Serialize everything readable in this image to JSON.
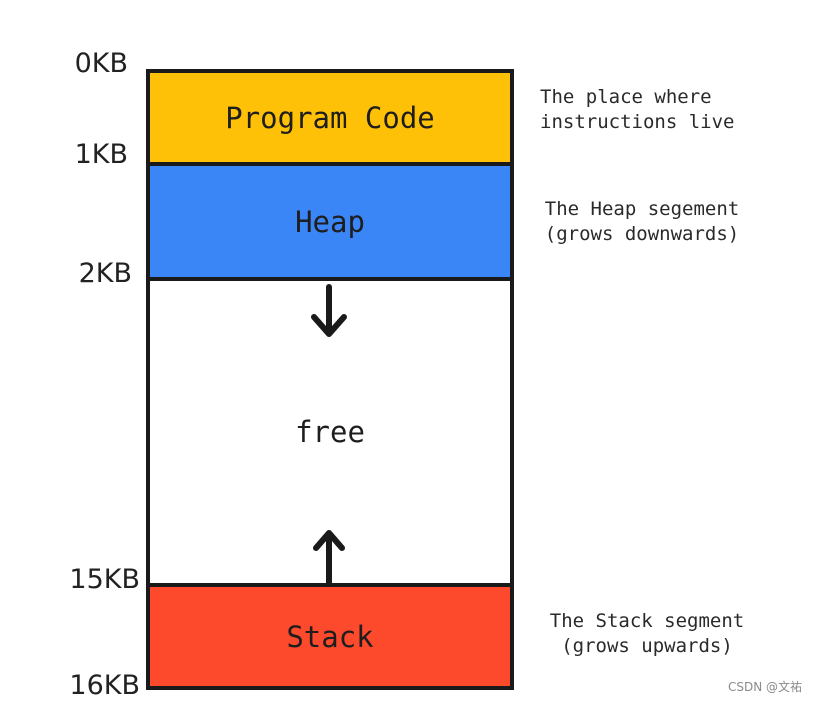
{
  "addresses": {
    "a0": "0KB",
    "a1": "1KB",
    "a2": "2KB",
    "a15": "15KB",
    "a16": "16KB"
  },
  "segments": {
    "code": {
      "label": "Program Code",
      "color": "#ffc107"
    },
    "heap": {
      "label": "Heap",
      "color": "#3b86f7"
    },
    "free": {
      "label": "free",
      "color": "#ffffff"
    },
    "stack": {
      "label": "Stack",
      "color": "#fd4a2c"
    }
  },
  "notes": {
    "code": {
      "line1": "The place where",
      "line2": "instructions live"
    },
    "heap": {
      "line1": "The Heap segement",
      "line2": "(grows downwards)"
    },
    "stack": {
      "line1": "The Stack segment",
      "line2": "(grows upwards)"
    }
  },
  "icons": {
    "heap_arrow": "arrow-down-icon",
    "stack_arrow": "arrow-up-icon"
  },
  "watermark": "CSDN @文祐"
}
